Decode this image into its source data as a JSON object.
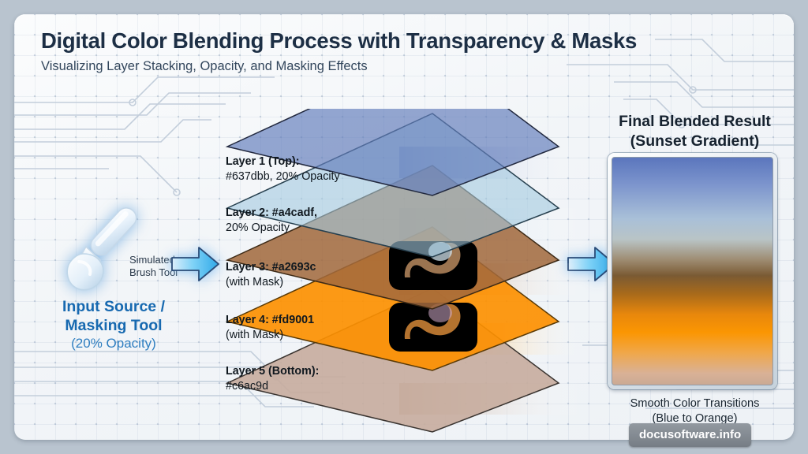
{
  "header": {
    "title": "Digital Color Blending Process with Transparency & Masks",
    "subtitle": "Visualizing Layer Stacking, Opacity, and Masking Effects"
  },
  "input": {
    "brush_caption_line1": "Simulated",
    "brush_caption_line2": "Brush Tool",
    "label_line1": "Input Source /",
    "label_line2": "Masking Tool",
    "label_line3": "(20% Opacity)",
    "accent_color": "#1769b0"
  },
  "arrows": {
    "left_name": "flow-arrow-input-to-stack",
    "right_name": "flow-arrow-stack-to-result",
    "color": "#63c8f5"
  },
  "layers": [
    {
      "name_line1": "Layer 1 (Top):",
      "name_line2": "#637dbb, 20% Opacity",
      "hex": "#637dbb",
      "opacity": "20%",
      "masked": false
    },
    {
      "name_line1": "Layer 2: #a4cadf,",
      "name_line2": "20% Opacity",
      "hex": "#a4cadf",
      "opacity": "20%",
      "masked": false
    },
    {
      "name_line1": "Layer 3: #a2693c",
      "name_line2": "(with Mask)",
      "hex": "#a2693c",
      "opacity": "",
      "masked": true
    },
    {
      "name_line1": "Layer 4: #fd9001",
      "name_line2": "(with Mask)",
      "hex": "#fd9001",
      "opacity": "",
      "masked": true
    },
    {
      "name_line1": "Layer 5 (Bottom):",
      "name_line2": "#c6ac9d",
      "hex": "#c6ac9d",
      "opacity": "",
      "masked": false
    }
  ],
  "result": {
    "heading_line1": "Final Blended Result",
    "heading_line2": "(Sunset Gradient)",
    "caption_line1": "Smooth Color Transitions",
    "caption_line2": "(Blue to Orange)",
    "gradient_from": "#5b76bd",
    "gradient_to": "#cbaa94"
  },
  "watermark": {
    "text": "docusoftware.info"
  }
}
